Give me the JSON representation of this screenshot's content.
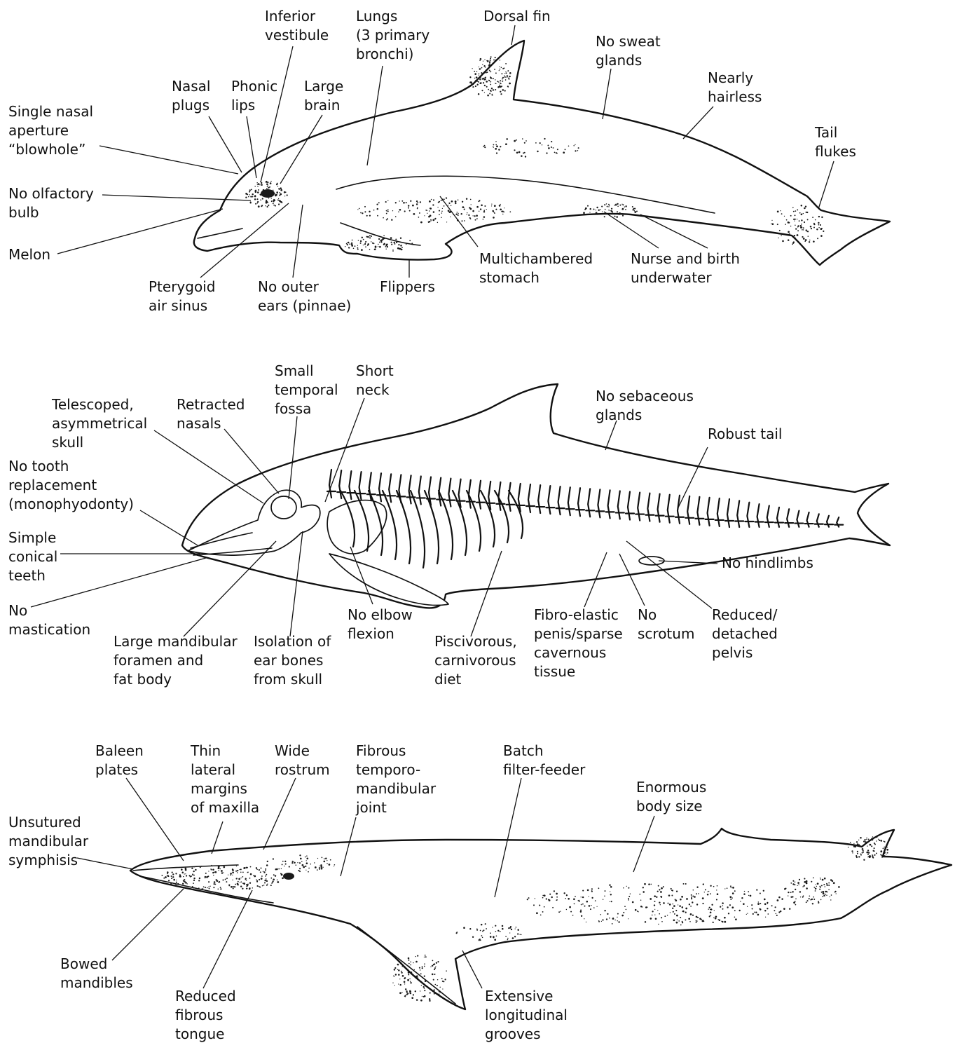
{
  "colors": {
    "ink": "#111111",
    "background": "#ffffff"
  },
  "panels": [
    {
      "subject": "dolphin-external",
      "labels": [
        {
          "id": "inferior-vestibule",
          "text": "Inferior\nvestibule"
        },
        {
          "id": "lungs",
          "text": "Lungs\n(3 primary\nbronchi)"
        },
        {
          "id": "dorsal-fin",
          "text": "Dorsal fin"
        },
        {
          "id": "no-sweat-glands",
          "text": "No sweat\nglands"
        },
        {
          "id": "nearly-hairless",
          "text": "Nearly\nhairless"
        },
        {
          "id": "nasal-plugs",
          "text": "Nasal\nplugs"
        },
        {
          "id": "phonic-lips",
          "text": "Phonic\nlips"
        },
        {
          "id": "large-brain",
          "text": "Large\nbrain"
        },
        {
          "id": "single-nasal-aperture",
          "text": "Single nasal\naperture\n“blowhole”"
        },
        {
          "id": "tail-flukes",
          "text": "Tail\nflukes"
        },
        {
          "id": "no-olfactory-bulb",
          "text": "No olfactory\nbulb"
        },
        {
          "id": "melon",
          "text": "Melon"
        },
        {
          "id": "multichambered-stomach",
          "text": "Multichambered\nstomach"
        },
        {
          "id": "nurse-and-birth",
          "text": "Nurse and birth\nunderwater"
        },
        {
          "id": "pterygoid-air-sinus",
          "text": "Pterygoid\nair sinus"
        },
        {
          "id": "no-outer-ears",
          "text": "No outer\nears (pinnae)"
        },
        {
          "id": "flippers",
          "text": "Flippers"
        }
      ]
    },
    {
      "subject": "dolphin-skeleton",
      "labels": [
        {
          "id": "small-temporal-fossa",
          "text": "Small\ntemporal\nfossa"
        },
        {
          "id": "short-neck",
          "text": "Short\nneck"
        },
        {
          "id": "no-sebaceous-glands",
          "text": "No sebaceous\nglands"
        },
        {
          "id": "telescoped-skull",
          "text": "Telescoped,\nasymmetrical\nskull"
        },
        {
          "id": "retracted-nasals",
          "text": "Retracted\nnasals"
        },
        {
          "id": "robust-tail",
          "text": "Robust tail"
        },
        {
          "id": "no-tooth-replacement",
          "text": "No tooth\nreplacement\n(monophyodonty)"
        },
        {
          "id": "simple-conical-teeth",
          "text": "Simple\nconical\nteeth"
        },
        {
          "id": "no-hindlimbs",
          "text": "No hindlimbs"
        },
        {
          "id": "no-mastication",
          "text": "No\nmastication"
        },
        {
          "id": "no-elbow-flexion",
          "text": "No elbow\nflexion"
        },
        {
          "id": "fibro-elastic-penis",
          "text": "Fibro-elastic\npenis/sparse\ncavernous\ntissue"
        },
        {
          "id": "no-scrotum",
          "text": "No\nscrotum"
        },
        {
          "id": "reduced-pelvis",
          "text": "Reduced/\ndetached\npelvis"
        },
        {
          "id": "large-mandibular-foramen",
          "text": "Large mandibular\nforamen and\nfat body"
        },
        {
          "id": "isolation-ear-bones",
          "text": "Isolation of\near bones\nfrom skull"
        },
        {
          "id": "piscivorous-diet",
          "text": "Piscivorous,\ncarnivorous\ndiet"
        }
      ]
    },
    {
      "subject": "baleen-whale",
      "labels": [
        {
          "id": "baleen-plates",
          "text": "Baleen\nplates"
        },
        {
          "id": "thin-lateral-margins",
          "text": "Thin\nlateral\nmargins\nof maxilla"
        },
        {
          "id": "wide-rostrum",
          "text": "Wide\nrostrum"
        },
        {
          "id": "fibrous-tmj",
          "text": "Fibrous\ntemporo-\nmandibular\njoint"
        },
        {
          "id": "batch-filter-feeder",
          "text": "Batch\nfilter-feeder"
        },
        {
          "id": "enormous-body-size",
          "text": "Enormous\nbody size"
        },
        {
          "id": "unsutured-mandibular-symphisis",
          "text": "Unsutured\nmandibular\nsymphisis"
        },
        {
          "id": "bowed-mandibles",
          "text": "Bowed\nmandibles"
        },
        {
          "id": "reduced-fibrous-tongue",
          "text": "Reduced\nfibrous\ntongue"
        },
        {
          "id": "extensive-longitudinal-grooves",
          "text": "Extensive\nlongitudinal\ngrooves"
        }
      ]
    }
  ]
}
